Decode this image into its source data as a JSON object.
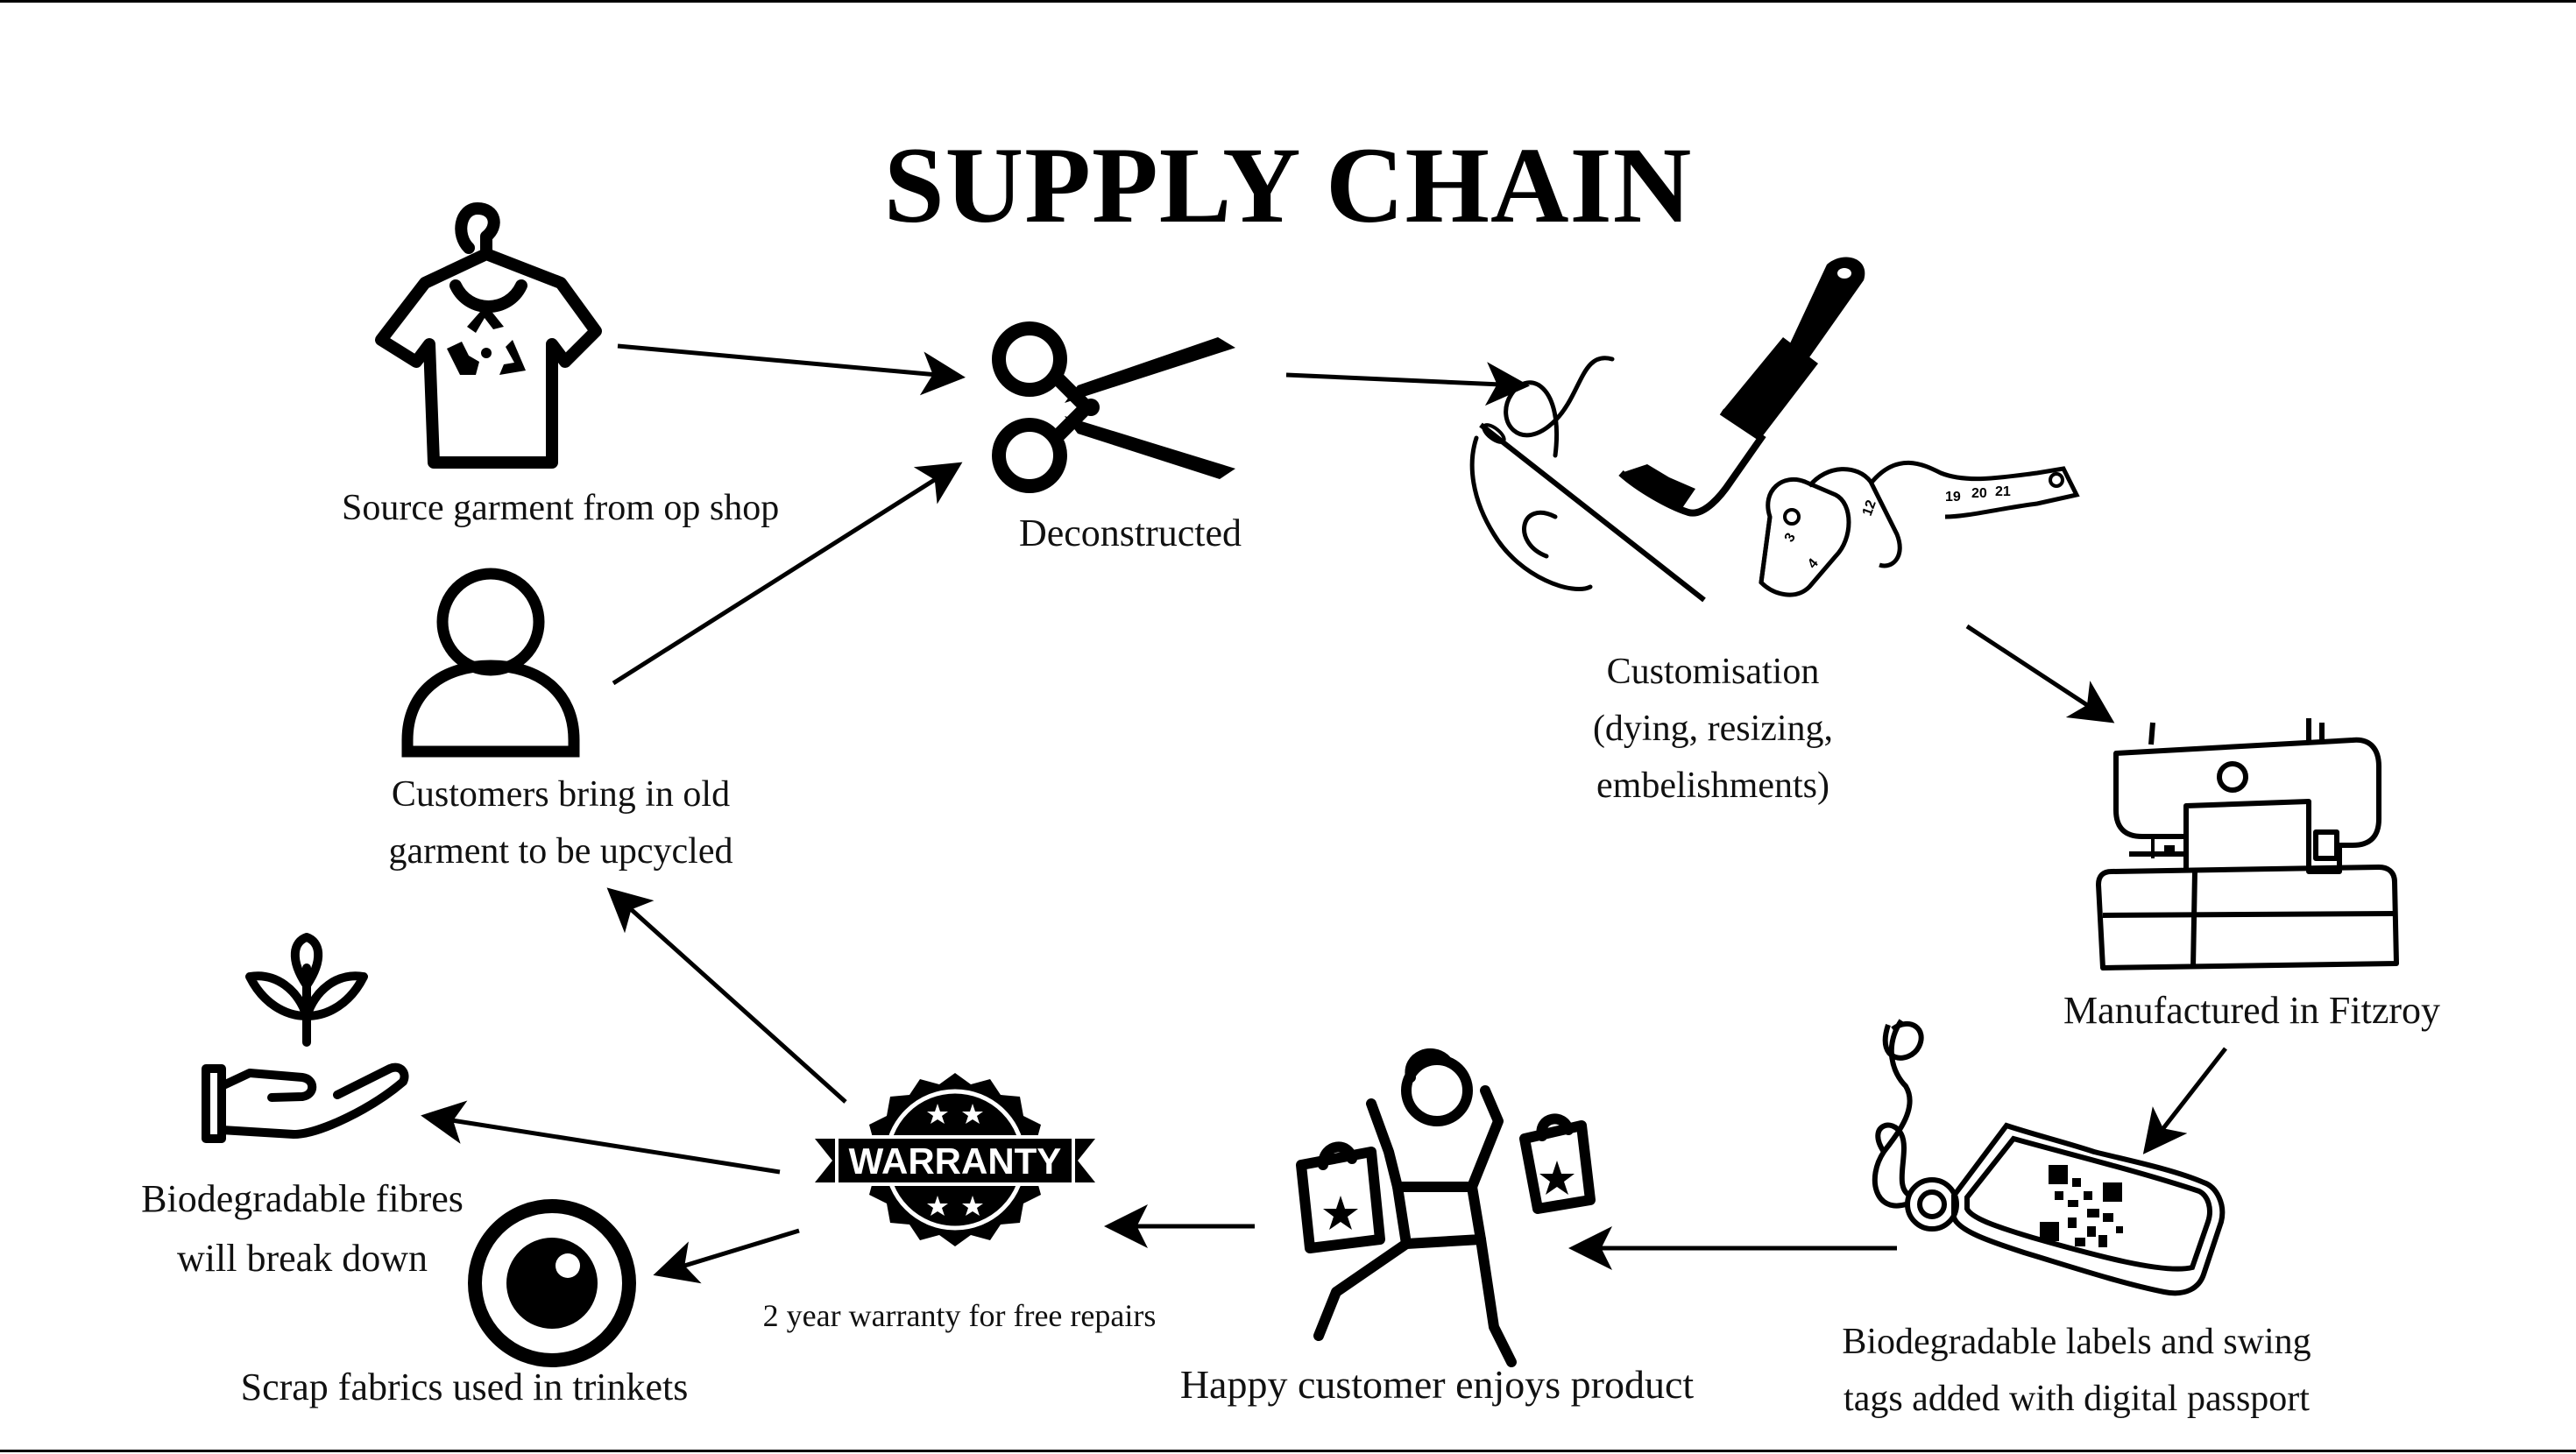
{
  "title": "SUPPLY CHAIN",
  "nodes": {
    "source": {
      "label": "Source garment from op shop",
      "icon": "recycled-tshirt-on-hanger-icon"
    },
    "customers": {
      "label_line1": "Customers bring in old",
      "label_line2": "garment to be upcycled",
      "icon": "person-icon"
    },
    "deconstructed": {
      "label": "Deconstructed",
      "icon": "scissors-icon"
    },
    "customisation": {
      "label_line1": "Customisation",
      "label_line2": "(dying, resizing,",
      "label_line3": "embelishments)",
      "icon": "needle-brush-tape-icon"
    },
    "manufactured": {
      "label": "Manufactured in Fitzroy",
      "icon": "sewing-machine-icon"
    },
    "labels": {
      "label_line1": "Biodegradable labels and swing",
      "label_line2": "tags added with digital passport",
      "icon": "swing-tag-qr-icon"
    },
    "happy": {
      "label": "Happy customer enjoys product",
      "icon": "shopper-with-bags-icon"
    },
    "warranty": {
      "badge": "WARRANTY",
      "label": "2 year warranty for free repairs",
      "icon": "warranty-badge-icon"
    },
    "fibres": {
      "label_line1": "Biodegradable fibres",
      "label_line2": "will break down",
      "icon": "plant-in-hand-icon"
    },
    "scrap": {
      "label": "Scrap fabrics used in trinkets",
      "icon": "button-icon"
    }
  },
  "colors": {
    "ink": "#000000",
    "background": "#ffffff"
  }
}
